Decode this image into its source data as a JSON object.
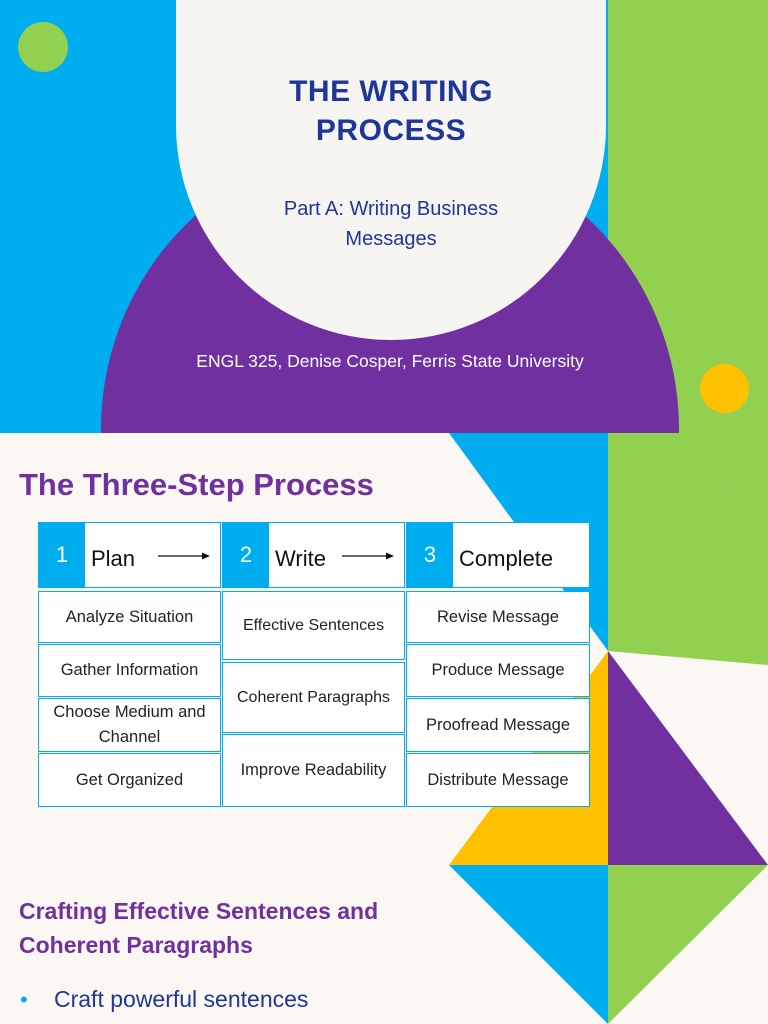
{
  "title_slide": {
    "title_line1": "THE WRITING",
    "title_line2": "PROCESS",
    "subtitle_line1": "Part A: Writing Business",
    "subtitle_line2": "Messages",
    "course_info": "ENGL 325, Denise Cosper, Ferris State University"
  },
  "process_slide": {
    "heading": "The Three-Step Process",
    "steps": [
      {
        "number": "1",
        "label": "Plan",
        "items": [
          "Analyze Situation",
          "Gather Information",
          "Choose Medium and Channel",
          "Get Organized"
        ]
      },
      {
        "number": "2",
        "label": "Write",
        "items": [
          "Effective Sentences",
          "Coherent Paragraphs",
          "Improve Readability"
        ]
      },
      {
        "number": "3",
        "label": "Complete",
        "items": [
          "Revise Message",
          "Produce Message",
          "Proofread Message",
          "Distribute Message"
        ]
      }
    ],
    "sub_heading_line1": "Crafting Effective Sentences and",
    "sub_heading_line2": "Coherent Paragraphs",
    "bullets": [
      "Craft powerful sentences"
    ]
  },
  "colors": {
    "blue": "#00adef",
    "green": "#92d050",
    "purple": "#7030a0",
    "yellow": "#ffc000",
    "navy": "#1f3699"
  }
}
